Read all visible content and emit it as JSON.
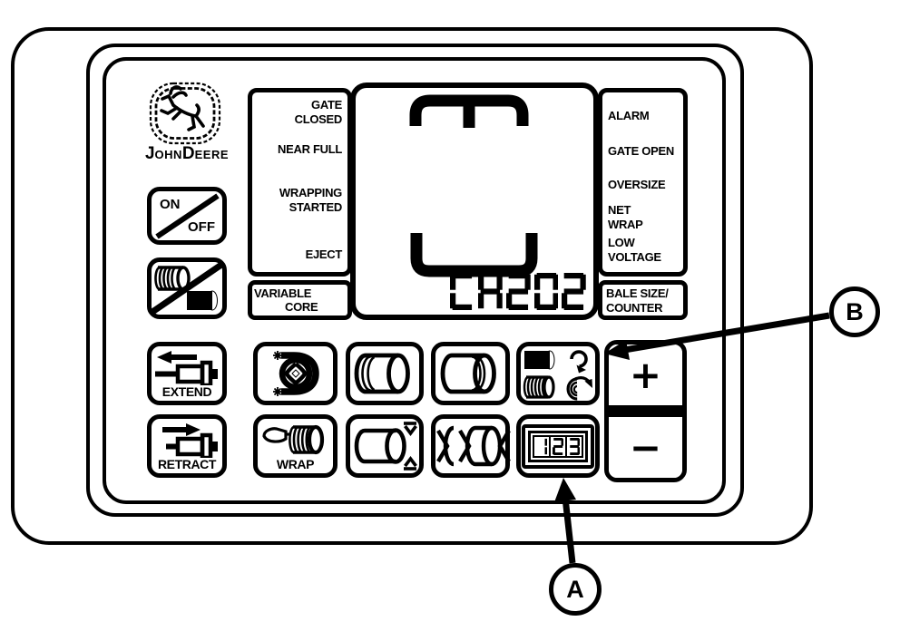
{
  "colors": {
    "ink": "#000000",
    "bg": "#ffffff"
  },
  "brand": {
    "j": "J",
    "ohn": "OHN",
    "d": "D",
    "eere": "EERE",
    "logo_icon": "leaping-deer-icon"
  },
  "left_buttons": {
    "on": "ON",
    "off": "OFF",
    "extend": "EXTEND",
    "retract": "RETRACT"
  },
  "status_left": {
    "gate_closed": "GATE\nCLOSED",
    "near_full": "NEAR FULL",
    "wrapping_started": "WRAPPING\nSTARTED",
    "eject": "EJECT",
    "variable": "VARIABLE",
    "core": "CORE"
  },
  "status_right": {
    "alarm": "ALARM",
    "gate_open": "GATE OPEN",
    "oversize": "OVERSIZE",
    "net_wrap": "NET\nWRAP",
    "low_voltage": "LOW\nVOLTAGE",
    "bale_size_counter": "BALE SIZE/\nCOUNTER"
  },
  "display": {
    "readout": "CH202"
  },
  "buttons": {
    "wrap": "WRAP",
    "plus": "+",
    "minus": "−",
    "counter_d1": "1",
    "counter_d2": "2",
    "counter_d3": "3"
  },
  "callouts": {
    "a": "A",
    "b": "B"
  },
  "icons": {
    "leaping-deer-icon": "John Deere leaping deer logo",
    "slash-icon": "diagonal disable slash",
    "twine-roll-icon": "twine roll",
    "net-roll-icon": "net roll",
    "left-arrow-icon": "arrow pointing left",
    "right-arrow-icon": "arrow pointing right",
    "cylinder-icon": "hydraulic cylinder",
    "belt-idler-icon": "forming belt around idler roll",
    "bale-lines-left-icon": "round bale with lines at left end",
    "bale-lines-right-icon": "round bale with lines at right end",
    "rotate-arrow-icon": "circular rotation arrow",
    "spiral-arrow-icon": "spiral rotation arrow",
    "twine-spool-icon": "twine spool with guide boot",
    "bale-size-arrows-icon": "bale diameter limit arrows",
    "bale-compress-icon": "bale density inward arrows",
    "counter-digits-icon": "three digit bale counter",
    "bale-shape-top-icon": "bale shape top bracket segment",
    "bale-shape-bottom-icon": "bale shape bottom bracket segment"
  }
}
